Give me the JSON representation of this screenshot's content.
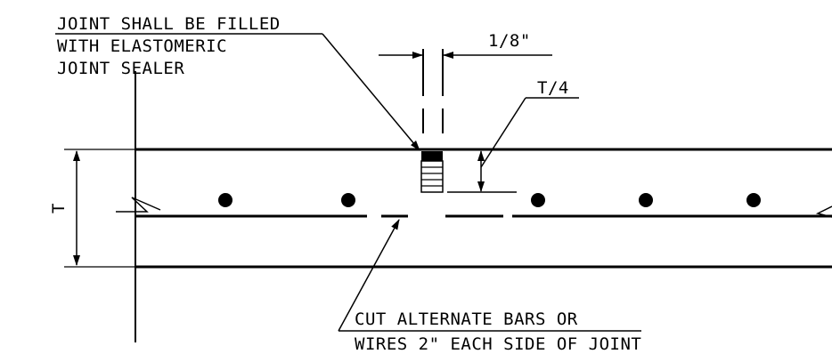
{
  "notes": {
    "joint_sealer": [
      "JOINT SHALL BE FILLED",
      "WITH ELASTOMERIC",
      "JOINT SEALER"
    ],
    "joint_width": "1/8\"",
    "depth": "T/4",
    "thickness": "T",
    "cut_bars": [
      "CUT ALTERNATE BARS OR",
      "WIRES 2\" EACH SIDE OF JOINT"
    ]
  },
  "colors": {
    "line": "#000000",
    "background": "#ffffff"
  }
}
